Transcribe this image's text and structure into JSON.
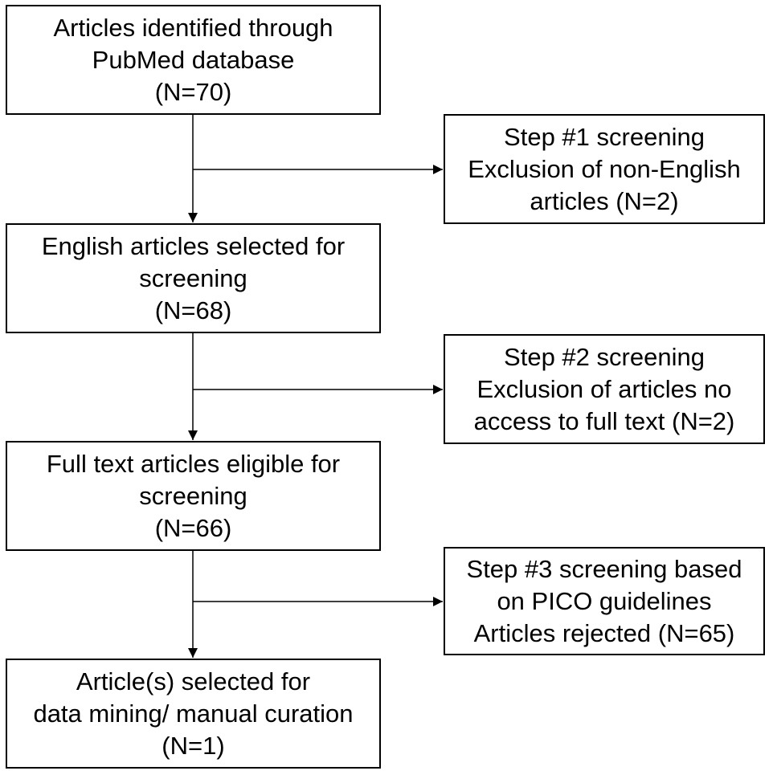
{
  "main_flow": {
    "identified": {
      "line1": "Articles identified through",
      "line2": "PubMed database",
      "count": "(N=70)"
    },
    "english": {
      "line1": "English articles selected for",
      "line2": "screening",
      "count": "(N=68)"
    },
    "full_text": {
      "line1": "Full text articles eligible for",
      "line2": "screening",
      "count": "(N=66)"
    },
    "selected": {
      "line1": "Article(s) selected for",
      "line2": "data mining/ manual curation",
      "count": "(N=1)"
    }
  },
  "exclusions": {
    "step1": {
      "line1": "Step #1 screening",
      "line2": "Exclusion of non-English",
      "line3": "articles (N=2)"
    },
    "step2": {
      "line1": "Step #2 screening",
      "line2": "Exclusion of articles no",
      "line3": "access to full text (N=2)"
    },
    "step3": {
      "line1": "Step #3 screening based",
      "line2": "on PICO guidelines",
      "line3": "Articles rejected (N=65)"
    }
  }
}
